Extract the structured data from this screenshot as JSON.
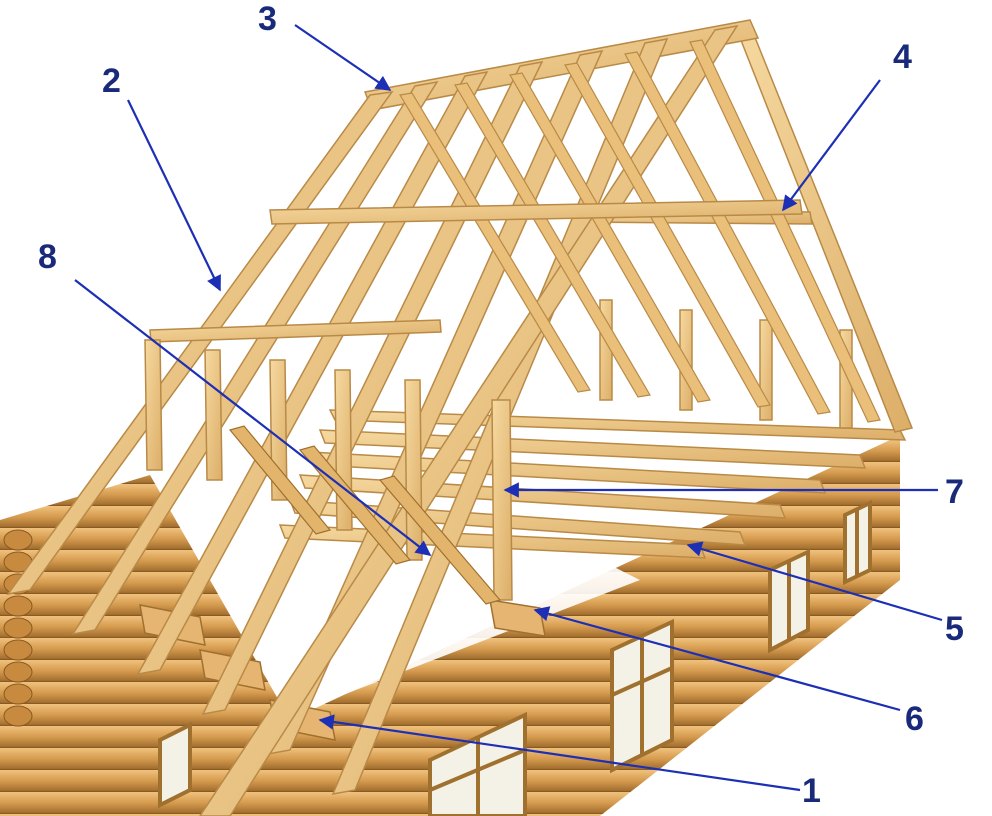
{
  "diagram": {
    "callouts": [
      {
        "id": "c1",
        "label": "1"
      },
      {
        "id": "c2",
        "label": "2"
      },
      {
        "id": "c3",
        "label": "3"
      },
      {
        "id": "c4",
        "label": "4"
      },
      {
        "id": "c5",
        "label": "5"
      },
      {
        "id": "c6",
        "label": "6"
      },
      {
        "id": "c7",
        "label": "7"
      },
      {
        "id": "c8",
        "label": "8"
      }
    ],
    "colors": {
      "background": "#ffffff",
      "log": "#d8a45a",
      "log_shadow": "#9c6a2c",
      "timber": "#eec98a",
      "timber_edge": "#b98a47",
      "window_glass": "#f4f1e6",
      "arrow": "#1c2fb5",
      "label": "#1a2a7a"
    }
  }
}
